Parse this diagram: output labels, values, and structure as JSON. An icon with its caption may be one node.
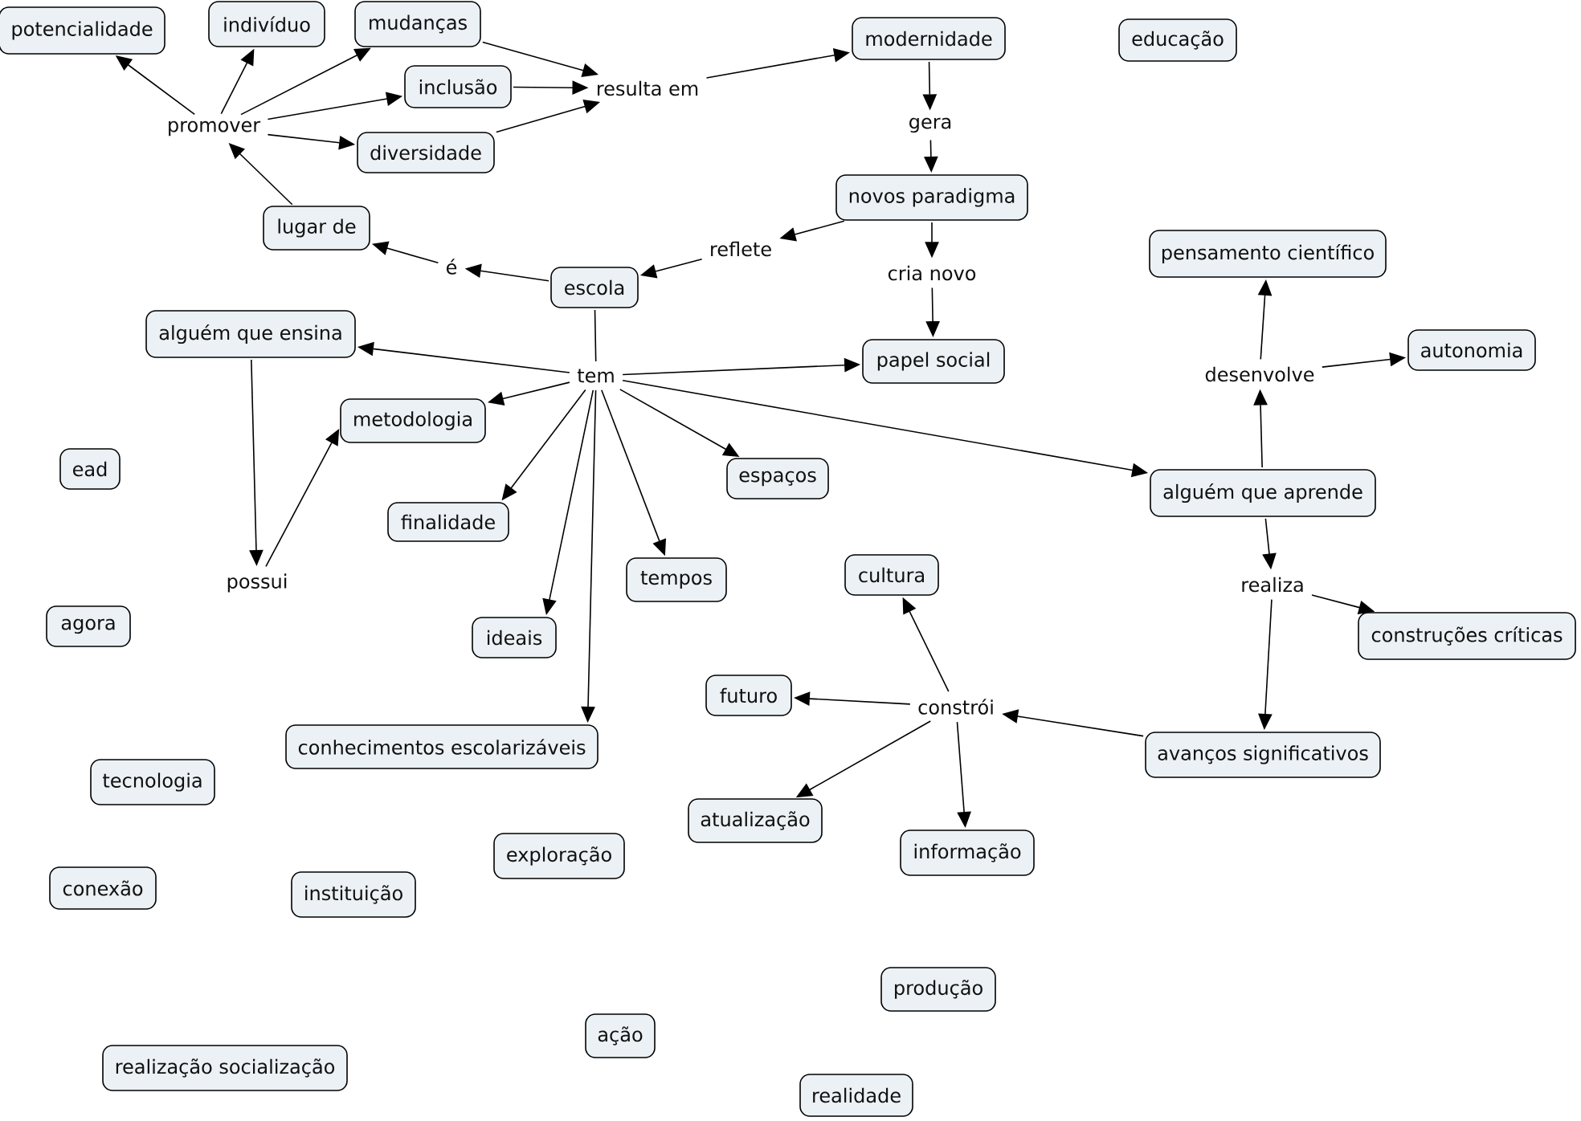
{
  "diagram": {
    "nodes": [
      {
        "text": [
          "potencialidade"
        ]
      },
      {
        "text": [
          "indivíduo"
        ]
      },
      {
        "text": [
          "mudanças"
        ]
      },
      {
        "text": [
          "inclusão"
        ]
      },
      {
        "text": [
          "resulta em"
        ]
      },
      {
        "text": [
          "modernidade"
        ]
      },
      {
        "text": [
          "educação"
        ]
      },
      {
        "text": [
          "promover"
        ]
      },
      {
        "text": [
          "diversidade"
        ]
      },
      {
        "text": [
          "gera"
        ]
      },
      {
        "text": [
          "lugar de"
        ]
      },
      {
        "text": [
          "novos paradigma"
        ]
      },
      {
        "text": [
          "reflete"
        ]
      },
      {
        "text": [
          "pensamento científico"
        ]
      },
      {
        "text": [
          "é"
        ]
      },
      {
        "text": [
          "cria novo"
        ]
      },
      {
        "text": [
          "escola"
        ]
      },
      {
        "text": [
          "alguém que ensina"
        ]
      },
      {
        "text": [
          "autonomia"
        ]
      },
      {
        "text": [
          "papel social"
        ]
      },
      {
        "text": [
          "tem"
        ]
      },
      {
        "text": [
          "desenvolve"
        ]
      },
      {
        "text": [
          "metodologia"
        ]
      },
      {
        "text": [
          "ead"
        ]
      },
      {
        "text": [
          "espaços"
        ]
      },
      {
        "text": [
          "alguém que aprende"
        ]
      },
      {
        "text": [
          "finalidade"
        ]
      },
      {
        "text": [
          "realiza"
        ]
      },
      {
        "text": [
          "possui"
        ]
      },
      {
        "text": [
          "cultura"
        ]
      },
      {
        "text": [
          "tempos"
        ]
      },
      {
        "text": [
          "agora"
        ]
      },
      {
        "text": [
          "construções críticas"
        ]
      },
      {
        "text": [
          "ideais"
        ]
      },
      {
        "text": [
          "futuro"
        ]
      },
      {
        "text": [
          "constrói"
        ]
      },
      {
        "text": [
          "conhecimentos escolarizáveis"
        ]
      },
      {
        "text": [
          "avanços significativos"
        ]
      },
      {
        "text": [
          "tecnologia"
        ]
      },
      {
        "text": [
          "atualização"
        ]
      },
      {
        "text": [
          "exploração"
        ]
      },
      {
        "text": [
          "informação"
        ]
      },
      {
        "text": [
          "conexão"
        ]
      },
      {
        "text": [
          "instituição"
        ]
      },
      {
        "text": [
          "produção"
        ]
      },
      {
        "text": [
          "ação"
        ]
      },
      {
        "text": [
          "realização socialização"
        ]
      },
      {
        "text": [
          "realidade"
        ]
      }
    ],
    "edges": [
      {
        "from": 7,
        "to": 0,
        "arrow": "to"
      },
      {
        "from": 7,
        "to": 1,
        "arrow": "to"
      },
      {
        "from": 7,
        "to": 2,
        "arrow": "to"
      },
      {
        "from": 7,
        "to": 3,
        "arrow": "to"
      },
      {
        "from": 7,
        "to": 8,
        "arrow": "to"
      },
      {
        "from": 10,
        "to": 7,
        "arrow": "to"
      },
      {
        "from": 2,
        "to": 4,
        "arrow": "to"
      },
      {
        "from": 3,
        "to": 4,
        "arrow": "to"
      },
      {
        "from": 8,
        "to": 4,
        "arrow": "to"
      },
      {
        "from": 4,
        "to": 5,
        "arrow": "to"
      },
      {
        "from": 5,
        "to": 9,
        "arrow": "to"
      },
      {
        "from": 9,
        "to": 11,
        "arrow": "to"
      },
      {
        "from": 11,
        "to": 12,
        "arrow": "to"
      },
      {
        "from": 12,
        "to": 16,
        "arrow": "to"
      },
      {
        "from": 11,
        "to": 15,
        "arrow": "to"
      },
      {
        "from": 15,
        "to": 19,
        "arrow": "to"
      },
      {
        "from": 16,
        "to": 14,
        "arrow": "to"
      },
      {
        "from": 14,
        "to": 10,
        "arrow": "to"
      },
      {
        "from": 16,
        "to": 20,
        "arrow": "none"
      },
      {
        "from": 20,
        "to": 17,
        "arrow": "to"
      },
      {
        "from": 20,
        "to": 19,
        "arrow": "to"
      },
      {
        "from": 20,
        "to": 22,
        "arrow": "to"
      },
      {
        "from": 20,
        "to": 24,
        "arrow": "to"
      },
      {
        "from": 20,
        "to": 25,
        "arrow": "to"
      },
      {
        "from": 20,
        "to": 26,
        "arrow": "to"
      },
      {
        "from": 20,
        "to": 30,
        "arrow": "to"
      },
      {
        "from": 20,
        "to": 33,
        "arrow": "to"
      },
      {
        "from": 20,
        "to": 36,
        "arrow": "to"
      },
      {
        "from": 17,
        "to": 28,
        "arrow": "to"
      },
      {
        "from": 28,
        "to": 22,
        "arrow": "to"
      },
      {
        "from": 25,
        "to": 21,
        "arrow": "to"
      },
      {
        "from": 21,
        "to": 13,
        "arrow": "to"
      },
      {
        "from": 21,
        "to": 18,
        "arrow": "to"
      },
      {
        "from": 25,
        "to": 27,
        "arrow": "to"
      },
      {
        "from": 27,
        "to": 32,
        "arrow": "to"
      },
      {
        "from": 27,
        "to": 37,
        "arrow": "to"
      },
      {
        "from": 37,
        "to": 35,
        "arrow": "to"
      },
      {
        "from": 35,
        "to": 29,
        "arrow": "to"
      },
      {
        "from": 35,
        "to": 34,
        "arrow": "to"
      },
      {
        "from": 35,
        "to": 39,
        "arrow": "to"
      },
      {
        "from": 35,
        "to": 41,
        "arrow": "to"
      }
    ]
  }
}
